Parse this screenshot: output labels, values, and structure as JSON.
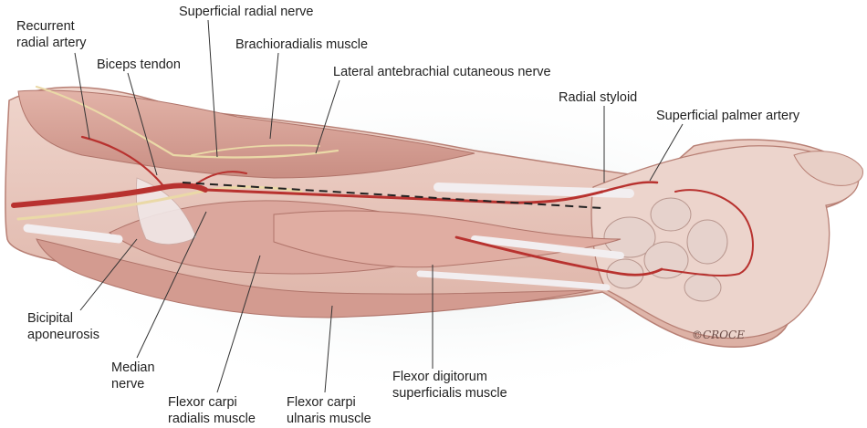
{
  "labels": {
    "recurrent_radial_artery": "Recurrent\nradial artery",
    "superficial_radial_nerve": "Superficial radial nerve",
    "brachioradialis_muscle": "Brachioradialis muscle",
    "biceps_tendon": "Biceps tendon",
    "lateral_antebrachial_cutaneous_nerve": "Lateral antebrachial cutaneous nerve",
    "radial_styloid": "Radial styloid",
    "superficial_palmer_artery": "Superficial palmer artery",
    "bicipital_aponeurosis": "Bicipital\naponeurosis",
    "median_nerve": "Median\nnerve",
    "flexor_carpi_radialis_muscle": "Flexor carpi\nradialis muscle",
    "flexor_carpi_ulnaris_muscle": "Flexor carpi\nulnaris muscle",
    "flexor_digitorum_superficialis_muscle": "Flexor digitorum\nsuperficialis muscle"
  },
  "signature": "©CROCE",
  "colors": {
    "skin": "#e9c8bd",
    "muscle": "#d9a59a",
    "muscle_dark": "#c07d72",
    "tendon": "#ece8ea",
    "artery": "#b8322f",
    "nerve": "#ecdcae",
    "leader": "#333333",
    "background": "#ffffff"
  }
}
